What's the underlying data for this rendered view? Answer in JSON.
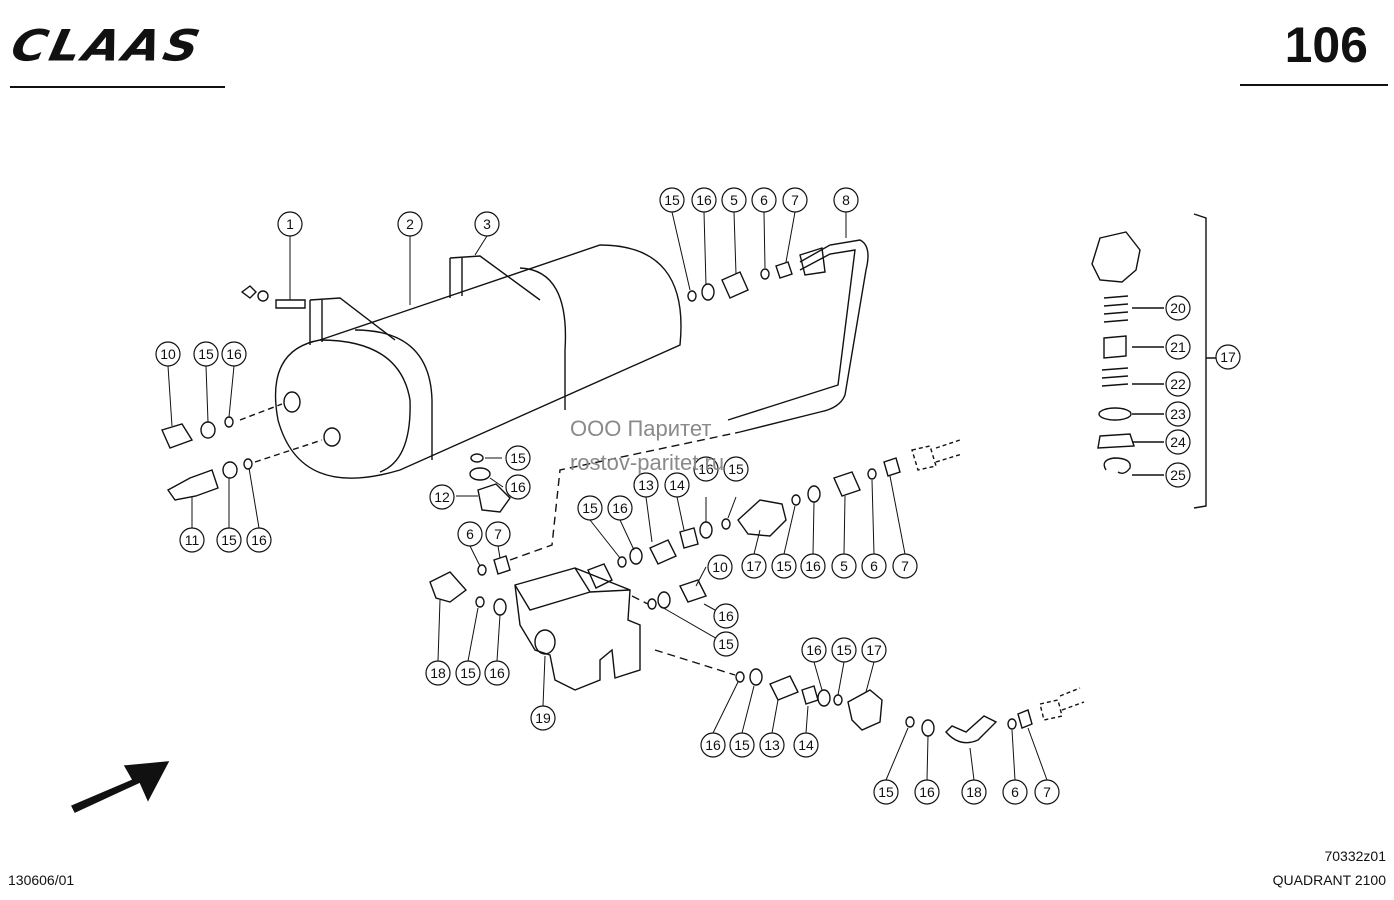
{
  "header": {
    "brand": "CLAAS",
    "page_number": "106"
  },
  "footer": {
    "doc_code": "130606/01",
    "drawing_code": "70332z01",
    "model": "QUADRANT 2100"
  },
  "watermark": {
    "line1": "ООО Паритет",
    "line2": "rostov-paritet.ru"
  },
  "callouts": [
    "1",
    "2",
    "3",
    "15",
    "16",
    "5",
    "6",
    "7",
    "8",
    "10",
    "15",
    "16",
    "11",
    "15",
    "16",
    "15",
    "16",
    "12",
    "6",
    "7",
    "13",
    "14",
    "16",
    "15",
    "15",
    "16",
    "17",
    "15",
    "16",
    "5",
    "6",
    "7",
    "10",
    "16",
    "15",
    "18",
    "15",
    "16",
    "19",
    "16",
    "15",
    "17",
    "16",
    "15",
    "13",
    "14",
    "15",
    "16",
    "18",
    "6",
    "7",
    "20",
    "21",
    "22",
    "23",
    "24",
    "25",
    "17"
  ],
  "icons": {
    "direction_arrow": "arrow-up-right-icon",
    "logo": "claas-logo"
  }
}
